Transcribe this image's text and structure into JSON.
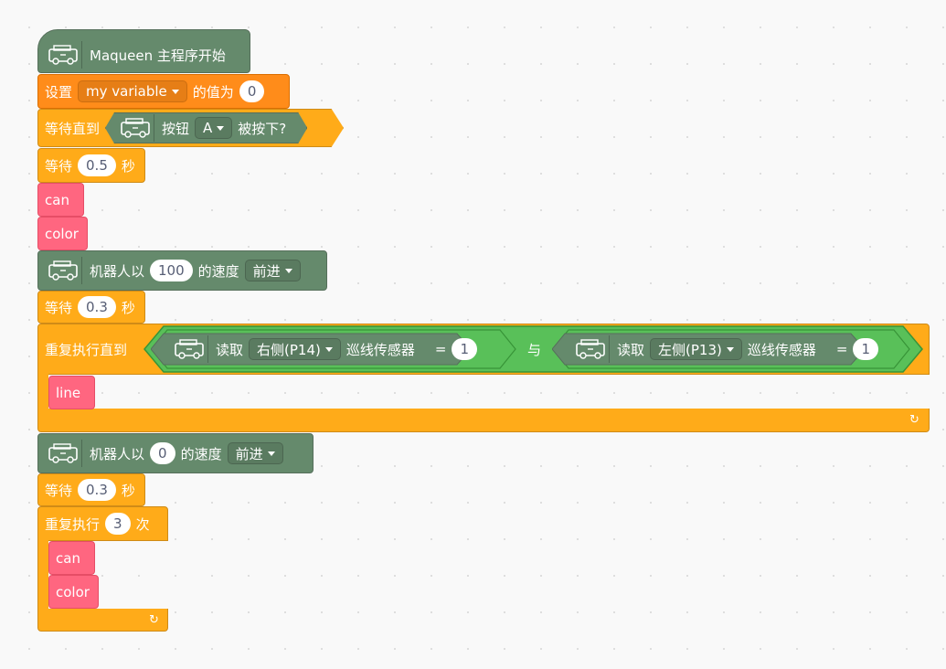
{
  "blocks": {
    "start": {
      "label": "Maqueen 主程序开始"
    },
    "set_var": {
      "label_set": "设置",
      "variable": "my variable",
      "label_value": "的值为",
      "value": "0"
    },
    "wait_until": {
      "label": "等待直到",
      "button_label": "按钮",
      "button": "A",
      "pressed_label": "被按下?"
    },
    "wait1": {
      "label": "等待",
      "value": "0.5",
      "unit": "秒"
    },
    "call_can_1": {
      "label": "can"
    },
    "call_color_1": {
      "label": "color"
    },
    "robot1": {
      "label_prefix": "机器人以",
      "speed": "100",
      "label_speed": "的速度",
      "direction": "前进"
    },
    "wait2": {
      "label": "等待",
      "value": "0.3",
      "unit": "秒"
    },
    "repeat_until": {
      "label": "重复执行直到",
      "left": {
        "read": "读取",
        "sensor": "右侧(P14)",
        "name": "巡线传感器",
        "eq": "=",
        "value": "1"
      },
      "and": "与",
      "right": {
        "read": "读取",
        "sensor": "左侧(P13)",
        "name": "巡线传感器",
        "eq": "=",
        "value": "1"
      }
    },
    "call_line": {
      "label": "line"
    },
    "robot2": {
      "label_prefix": "机器人以",
      "speed": "0",
      "label_speed": "的速度",
      "direction": "前进"
    },
    "wait3": {
      "label": "等待",
      "value": "0.3",
      "unit": "秒"
    },
    "repeat_n": {
      "label": "重复执行",
      "times": "3",
      "unit": "次"
    },
    "call_can_2": {
      "label": "can"
    },
    "call_color_2": {
      "label": "color"
    },
    "loop_arrow": "↻"
  },
  "icons": {
    "robot": "maqueen-robot-icon",
    "loop": "loop-arrow-icon",
    "dropdown": "caret-down-icon"
  },
  "colors": {
    "robot_block": "#658A6C",
    "variable_block": "#FF8C1A",
    "control_block": "#FFAB19",
    "function_block": "#FF6680",
    "operator_block": "#59C059",
    "background": "#F9F9F9"
  }
}
